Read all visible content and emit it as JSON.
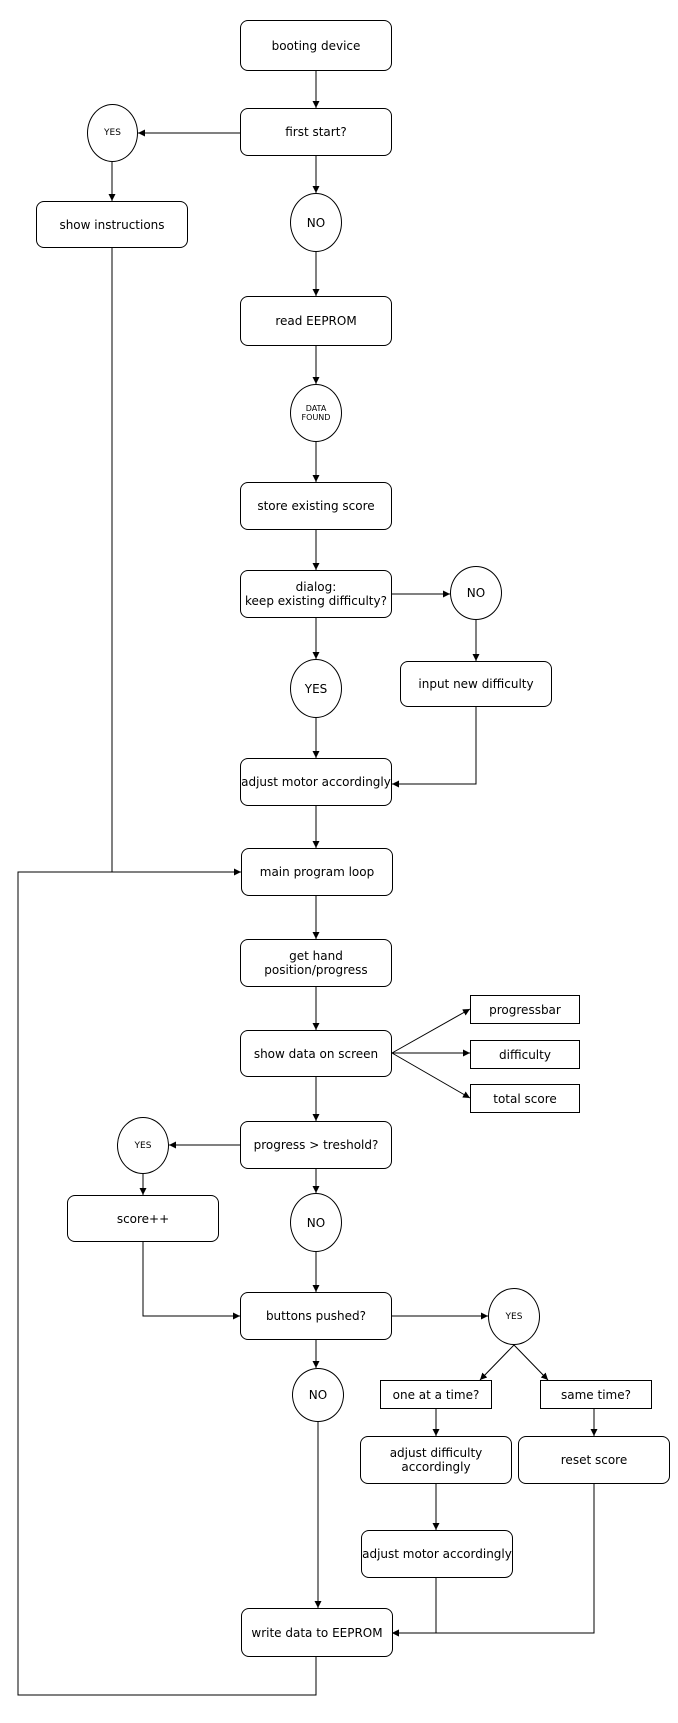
{
  "nodes": {
    "booting_device": "booting device",
    "first_start": "first start?",
    "first_start_yes": "YES",
    "show_instructions": "show instructions",
    "first_start_no": "NO",
    "read_eeprom": "read EEPROM",
    "data_found": "DATA\nFOUND",
    "store_existing_score": "store existing score",
    "keep_difficulty_dialog": "dialog:\nkeep existing difficulty?",
    "keep_difficulty_no": "NO",
    "input_new_difficulty": "input new difficulty",
    "keep_difficulty_yes": "YES",
    "adjust_motor_1": "adjust motor accordingly",
    "main_program_loop": "main program loop",
    "get_hand_position": "get hand position/progress",
    "show_data_on_screen": "show data on screen",
    "progressbar": "progressbar",
    "difficulty": "difficulty",
    "total_score": "total score",
    "progress_threshold": "progress > treshold?",
    "threshold_yes": "YES",
    "score_increment": "score++",
    "threshold_no": "NO",
    "buttons_pushed": "buttons pushed?",
    "buttons_yes": "YES",
    "buttons_no": "NO",
    "one_at_a_time": "one at a time?",
    "same_time": "same time?",
    "adjust_difficulty": "adjust difficulty accordingly",
    "reset_score": "reset score",
    "adjust_motor_2": "adjust motor accordingly",
    "write_data_eeprom": "write data to EEPROM"
  }
}
